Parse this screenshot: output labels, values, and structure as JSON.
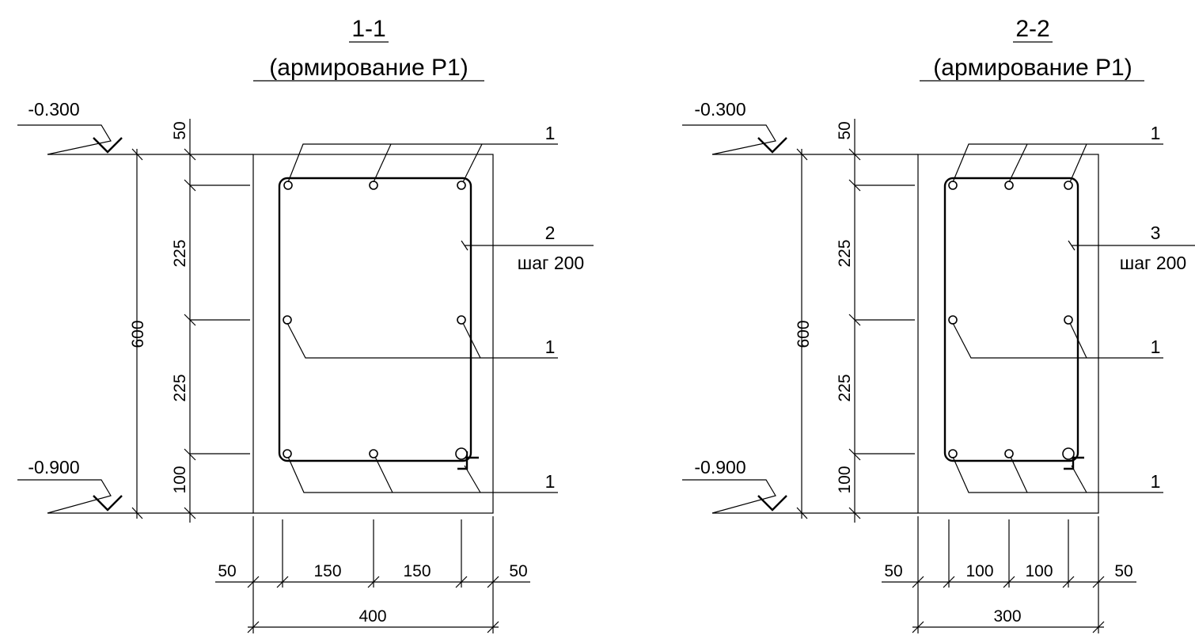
{
  "sections": [
    {
      "title": "1-1",
      "subtitle": "(армирование Р1)",
      "top_level": "-0.300",
      "bottom_level": "-0.900",
      "vertical_dims": {
        "overall": "600",
        "top": "50",
        "mid1": "225",
        "mid2": "225",
        "bottom": "100"
      },
      "horizontal_dims": {
        "d1": "50",
        "d2": "150",
        "d3": "150",
        "d4": "50",
        "overall": "400"
      },
      "callouts": {
        "top_bars": "1",
        "stirrup": "2",
        "stirrup_step": "шаг 200",
        "side_bars": "1",
        "bottom_bars": "1"
      }
    },
    {
      "title": "2-2",
      "subtitle": "(армирование Р1)",
      "top_level": "-0.300",
      "bottom_level": "-0.900",
      "vertical_dims": {
        "overall": "600",
        "top": "50",
        "mid1": "225",
        "mid2": "225",
        "bottom": "100"
      },
      "horizontal_dims": {
        "d1": "50",
        "d2": "100",
        "d3": "100",
        "d4": "50",
        "overall": "300"
      },
      "callouts": {
        "top_bars": "1",
        "stirrup": "3",
        "stirrup_step": "шаг 200",
        "side_bars": "1",
        "bottom_bars": "1"
      }
    }
  ]
}
